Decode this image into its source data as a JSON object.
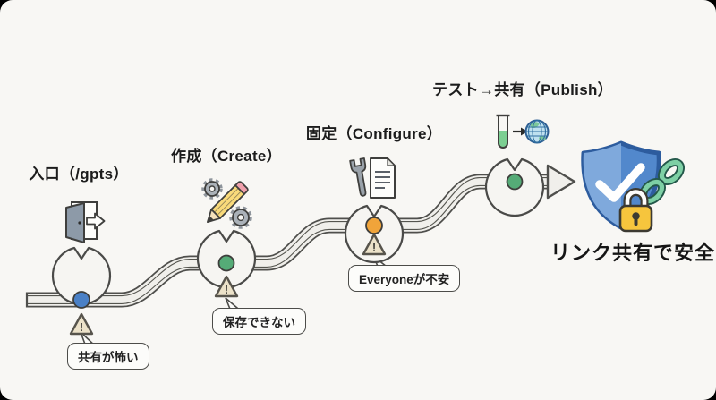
{
  "diagram": {
    "milestones": [
      {
        "label": "入口（/gpts）"
      },
      {
        "label": "作成（Create）"
      },
      {
        "label": "固定（Configure）"
      },
      {
        "label": "テスト→共有（Publish）"
      }
    ],
    "warnings": [
      {
        "mark": "!",
        "text": "共有が怖い"
      },
      {
        "mark": "!",
        "text": "保存できない"
      },
      {
        "mark": "!",
        "text": "Everyoneが不安"
      }
    ],
    "goal": {
      "caption": "リンク共有で安全"
    }
  },
  "colors": {
    "background": "#f8f7f4",
    "outline": "#4f4f4c",
    "road_fill": "#f0efeb",
    "dot_entry": "#4a80c6",
    "dot_create": "#55ab77",
    "dot_configure": "#f0a43a",
    "dot_publish": "#55ab77",
    "warning_fill": "#ece2c9",
    "shield_blue": "#5288cc",
    "shield_blue_light": "#7fa9dc",
    "shield_border": "#2d5c9e",
    "chain_green": "#7ed0a5",
    "lock_gold": "#f6c53d"
  }
}
